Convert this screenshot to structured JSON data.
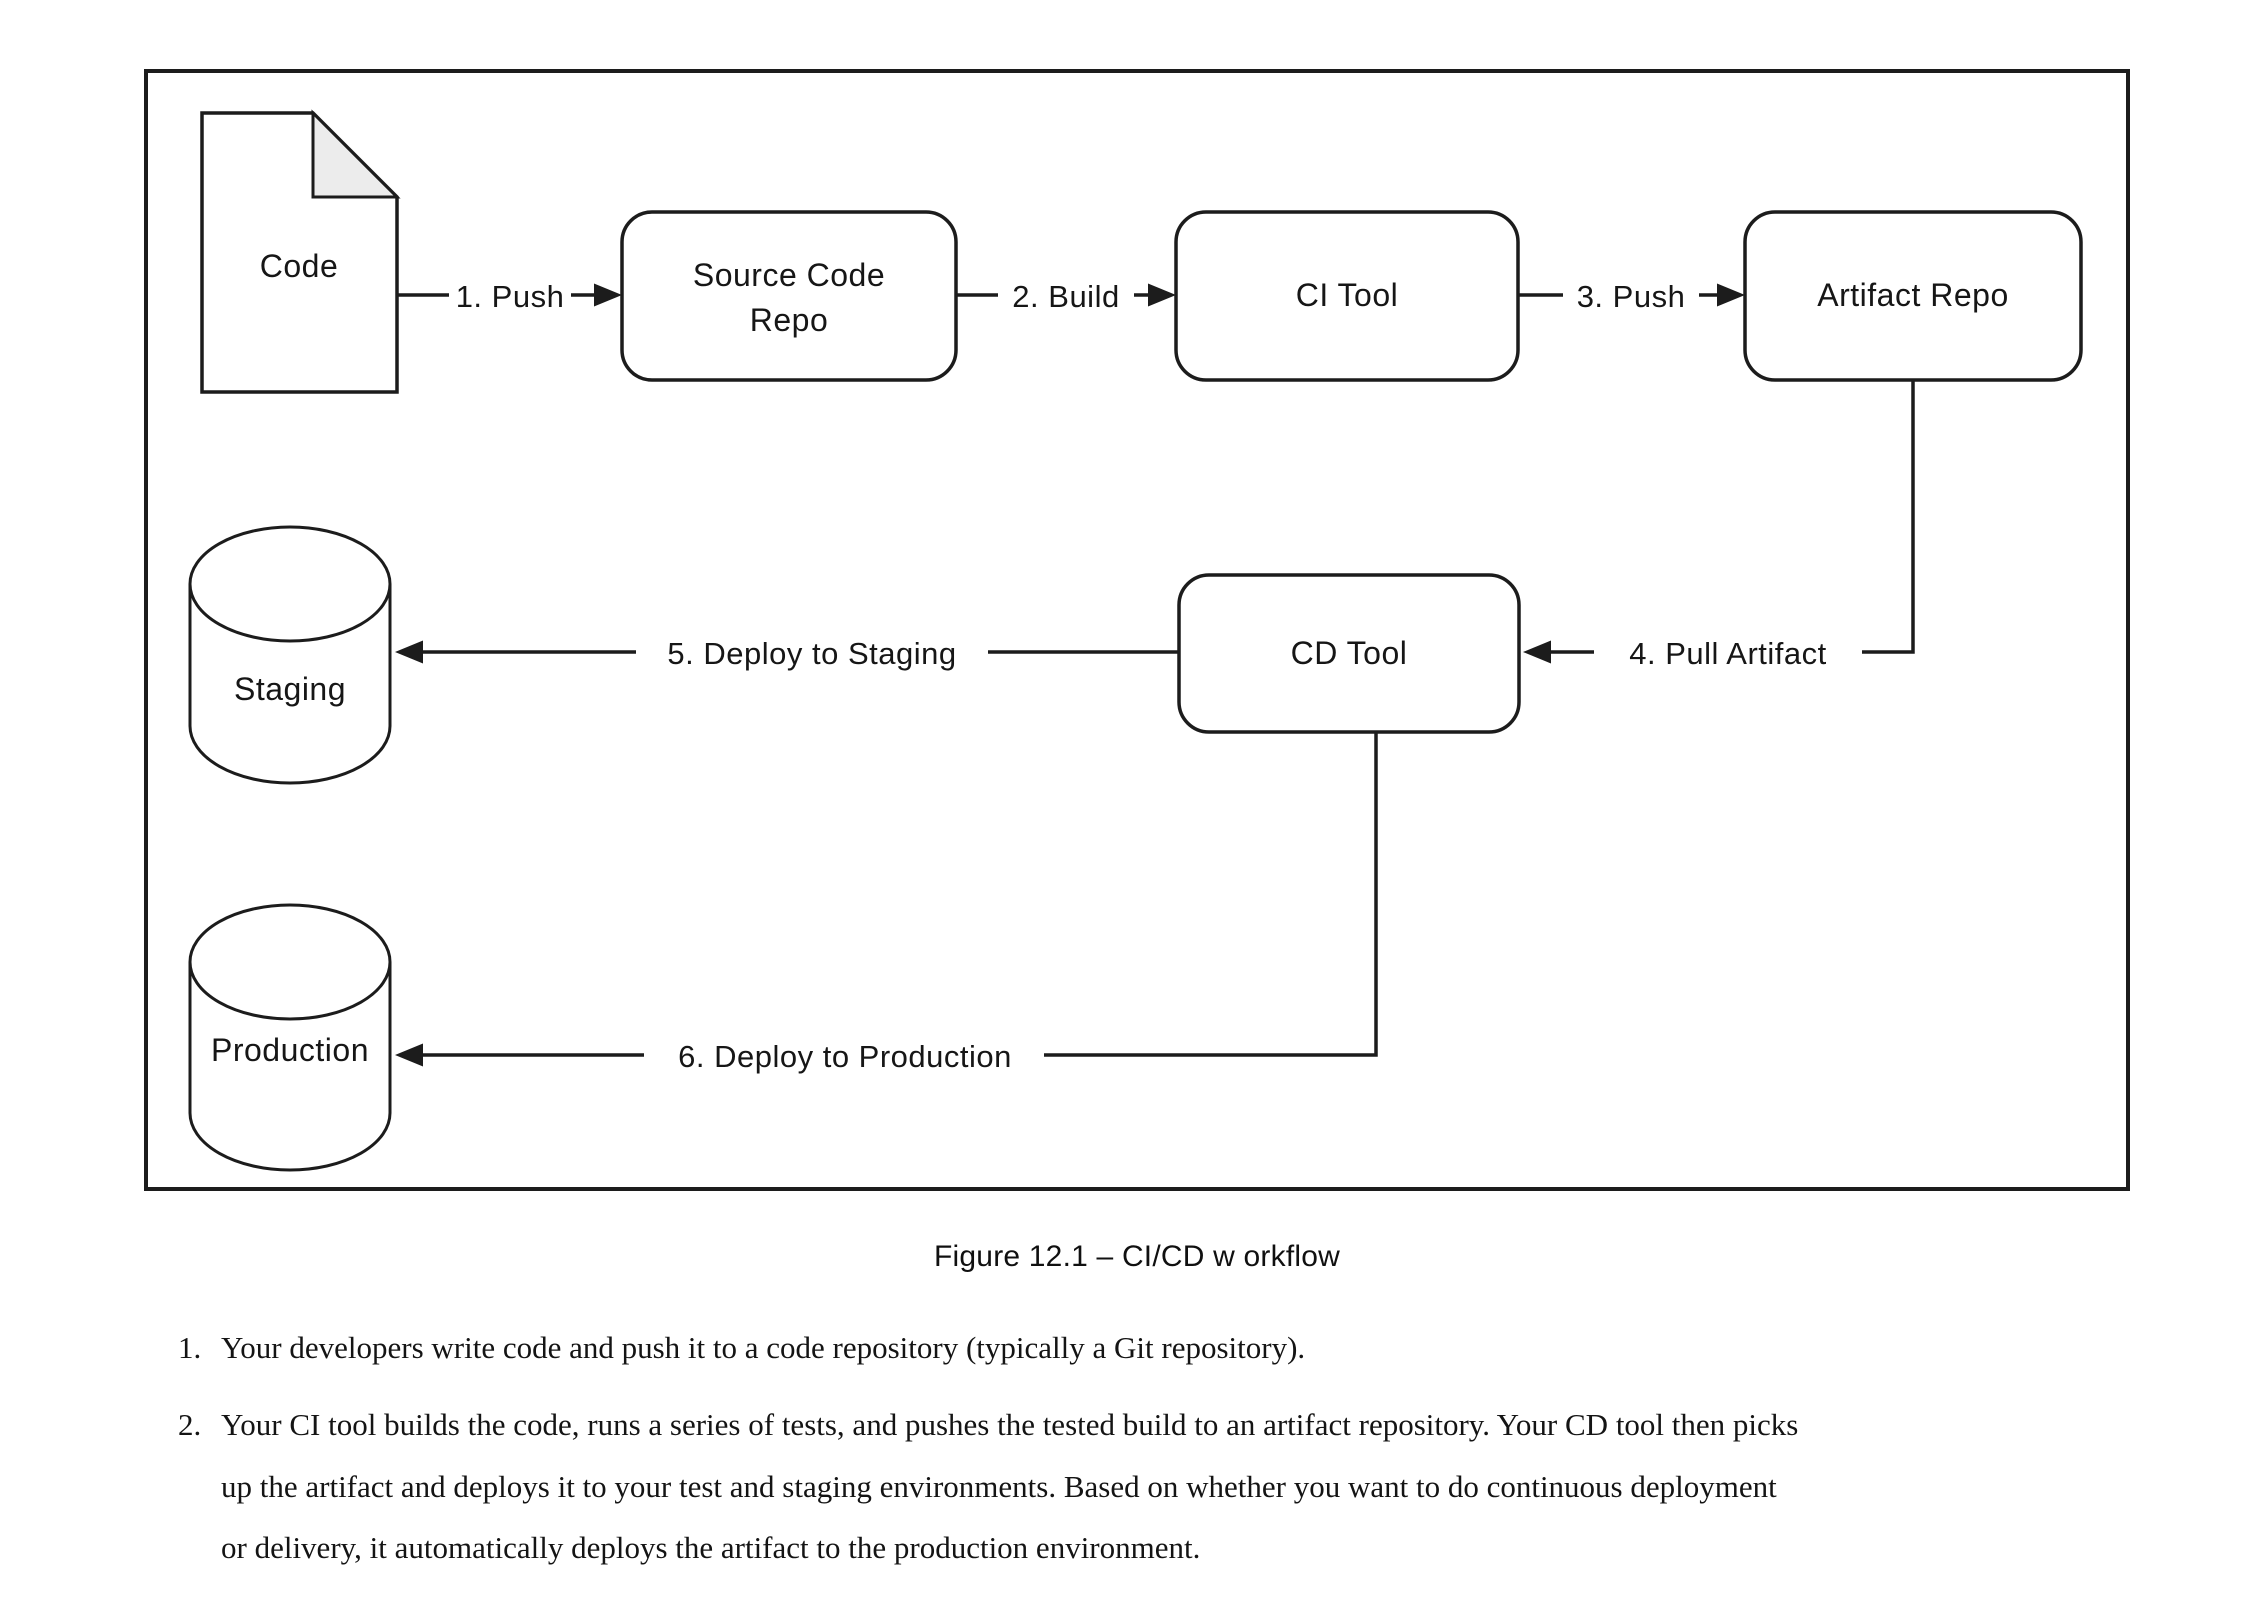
{
  "figure": {
    "caption": "Figure 12.1 – CI/CD w orkflow",
    "nodes": {
      "code": {
        "label": "Code"
      },
      "source_code_repo": {
        "label_line1": "Source Code",
        "label_line2": "Repo"
      },
      "ci_tool": {
        "label": "CI Tool"
      },
      "artifact_repo": {
        "label": "Artifact Repo"
      },
      "cd_tool": {
        "label": "CD Tool"
      },
      "staging": {
        "label": "Staging"
      },
      "production": {
        "label": "Production"
      }
    },
    "edges": {
      "step1": {
        "label": "1. Push"
      },
      "step2": {
        "label": "2. Build"
      },
      "step3": {
        "label": "3. Push"
      },
      "step4": {
        "label": "4. Pull Artifact"
      },
      "step5": {
        "label": "5. Deploy to Staging"
      },
      "step6": {
        "label": "6. Deploy to Production"
      }
    },
    "colors": {
      "stroke": "#1c1c1c",
      "fold_fill": "#ececec",
      "background": "#ffffff"
    }
  },
  "body": {
    "items": [
      {
        "marker": "1.",
        "lines": [
          "Your developers write code and push it to a code repository (typically a Git repository)."
        ]
      },
      {
        "marker": "2.",
        "lines": [
          "Your CI tool builds the code, runs a series of tests, and pushes the tested build to an artifact repository. Your CD tool then picks",
          "up the artifact and deploys it to your test and staging environments. Based on whether you want to do continuous deployment",
          "or delivery, it automatically deploys the artifact to the production environment."
        ]
      }
    ]
  }
}
